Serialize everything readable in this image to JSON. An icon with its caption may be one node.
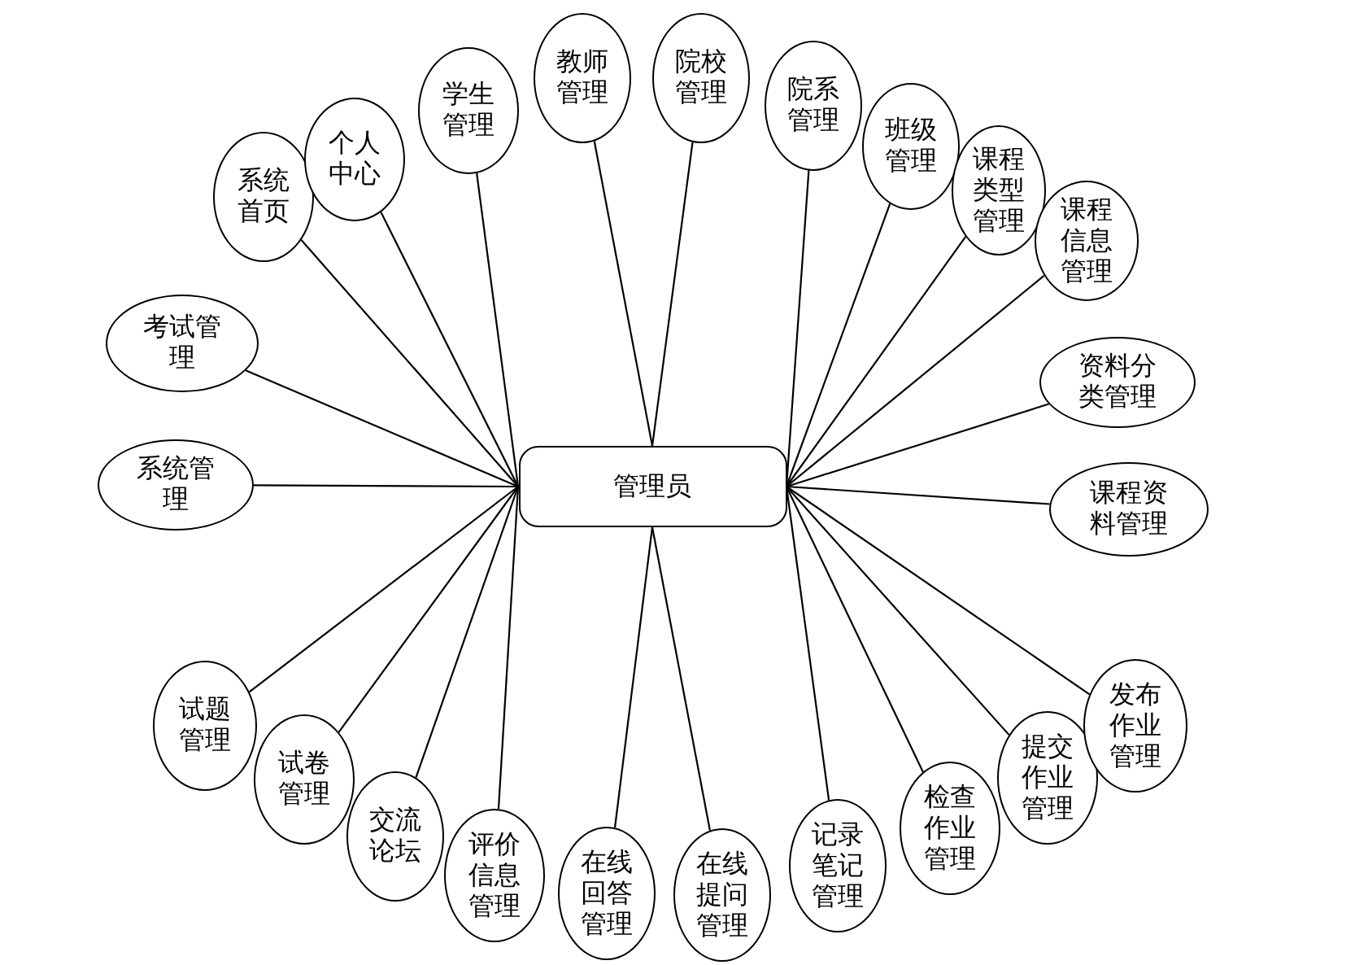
{
  "diagram": {
    "nodes": [
      {
        "text": [
          "管理员"
        ]
      },
      {
        "text": [
          "系统首页"
        ]
      },
      {
        "text": [
          "个人中心"
        ]
      },
      {
        "text": [
          "学生管理"
        ]
      },
      {
        "text": [
          "教师管理"
        ]
      },
      {
        "text": [
          "院校管理"
        ]
      },
      {
        "text": [
          "院系管理"
        ]
      },
      {
        "text": [
          "班级管理"
        ]
      },
      {
        "text": [
          "课程类型管理"
        ]
      },
      {
        "text": [
          "课程信息管理"
        ]
      },
      {
        "text": [
          "考试管理"
        ]
      },
      {
        "text": [
          "系统管理"
        ]
      },
      {
        "text": [
          "资料分类管理"
        ]
      },
      {
        "text": [
          "课程资料管理"
        ]
      },
      {
        "text": [
          "试题管理"
        ]
      },
      {
        "text": [
          "试卷管理"
        ]
      },
      {
        "text": [
          "交流论坛"
        ]
      },
      {
        "text": [
          "评价信息管理"
        ]
      },
      {
        "text": [
          "在线回答管理"
        ]
      },
      {
        "text": [
          "在线提问管理"
        ]
      },
      {
        "text": [
          "记录笔记管理"
        ]
      },
      {
        "text": [
          "检查作业管理"
        ]
      },
      {
        "text": [
          "提交作业管理"
        ]
      },
      {
        "text": [
          "发布作业管理"
        ]
      }
    ],
    "edges": [
      {
        "from": 0,
        "to": 1,
        "arrow": "none"
      },
      {
        "from": 0,
        "to": 2,
        "arrow": "none"
      },
      {
        "from": 0,
        "to": 3,
        "arrow": "none"
      },
      {
        "from": 0,
        "to": 4,
        "arrow": "none"
      },
      {
        "from": 0,
        "to": 5,
        "arrow": "none"
      },
      {
        "from": 0,
        "to": 6,
        "arrow": "none"
      },
      {
        "from": 0,
        "to": 7,
        "arrow": "none"
      },
      {
        "from": 0,
        "to": 8,
        "arrow": "none"
      },
      {
        "from": 0,
        "to": 9,
        "arrow": "none"
      },
      {
        "from": 0,
        "to": 10,
        "arrow": "none"
      },
      {
        "from": 0,
        "to": 11,
        "arrow": "none"
      },
      {
        "from": 0,
        "to": 12,
        "arrow": "none"
      },
      {
        "from": 0,
        "to": 13,
        "arrow": "none"
      },
      {
        "from": 0,
        "to": 14,
        "arrow": "none"
      },
      {
        "from": 0,
        "to": 15,
        "arrow": "none"
      },
      {
        "from": 0,
        "to": 16,
        "arrow": "none"
      },
      {
        "from": 0,
        "to": 17,
        "arrow": "none"
      },
      {
        "from": 0,
        "to": 18,
        "arrow": "none"
      },
      {
        "from": 0,
        "to": 19,
        "arrow": "none"
      },
      {
        "from": 0,
        "to": 20,
        "arrow": "none"
      },
      {
        "from": 0,
        "to": 21,
        "arrow": "none"
      },
      {
        "from": 0,
        "to": 22,
        "arrow": "none"
      },
      {
        "from": 0,
        "to": 23,
        "arrow": "none"
      }
    ]
  }
}
